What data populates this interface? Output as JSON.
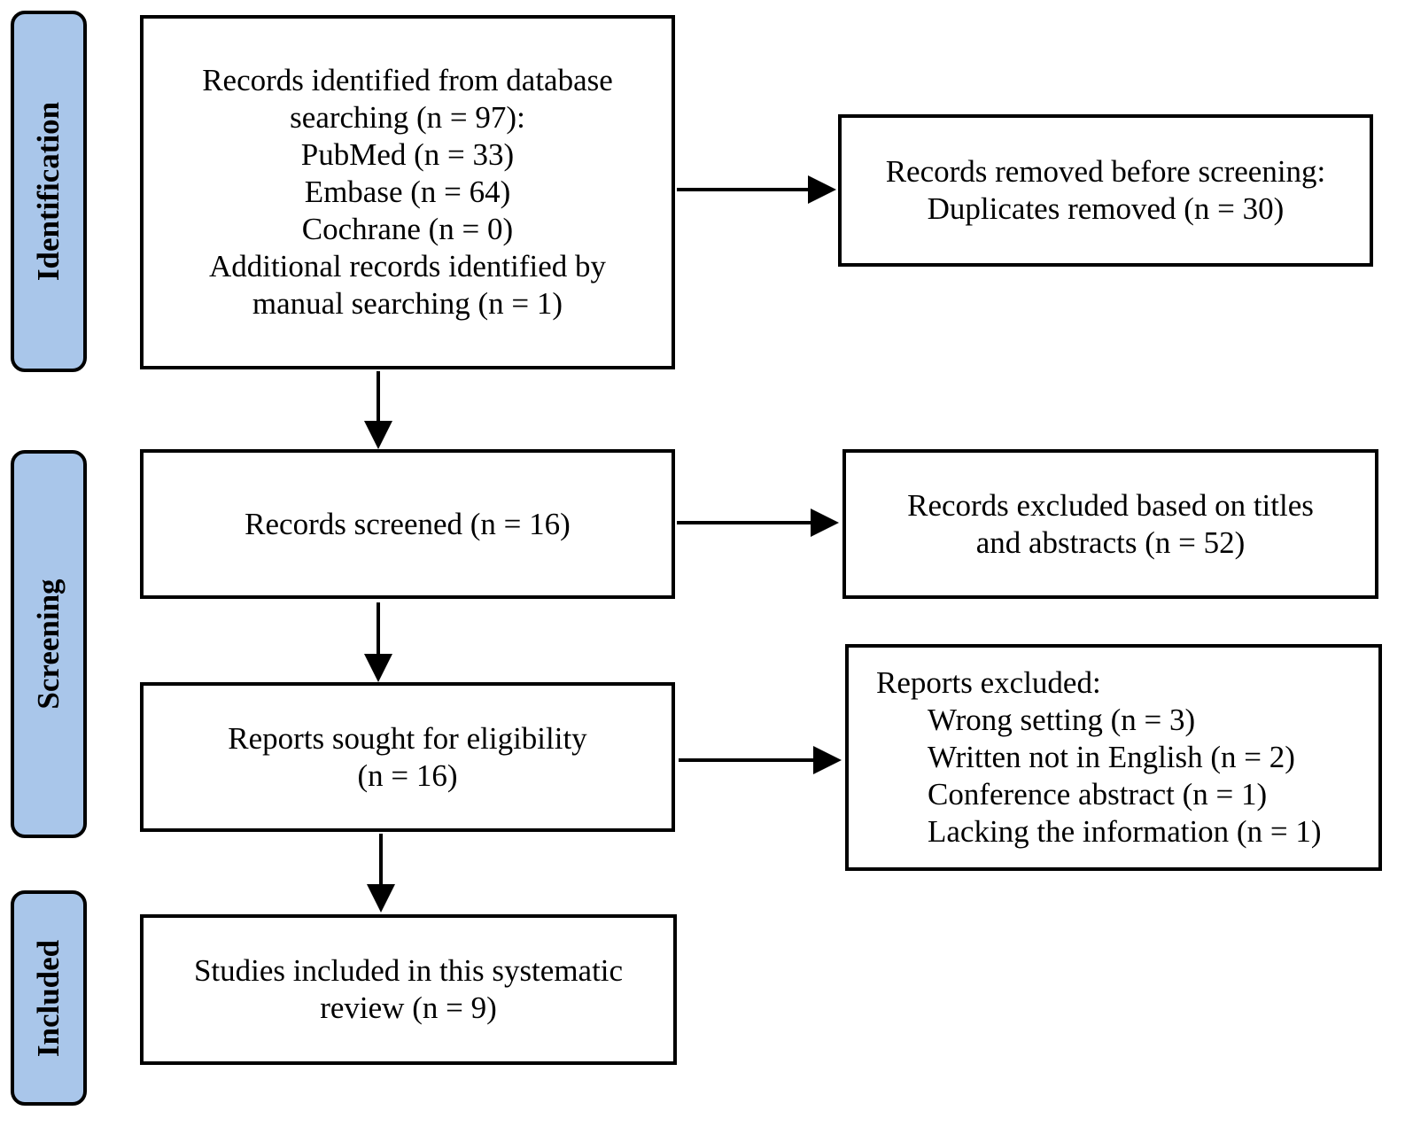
{
  "stages": {
    "identification": "Identification",
    "screening": "Screening",
    "included": "Included"
  },
  "boxes": {
    "records_identified": {
      "lines": [
        "Records identified from database",
        "searching (n = 97):",
        "PubMed (n = 33)",
        "Embase (n = 64)",
        "Cochrane (n = 0)",
        "Additional records identified by",
        "manual searching (n = 1)"
      ]
    },
    "records_removed": {
      "lines": [
        "Records removed before screening:",
        "Duplicates removed (n = 30)"
      ]
    },
    "records_screened": {
      "lines": [
        "Records screened (n = 16)"
      ]
    },
    "records_excluded": {
      "lines": [
        "Records excluded based on titles",
        "and abstracts (n = 52)"
      ]
    },
    "reports_sought": {
      "lines": [
        "Reports sought for eligibility",
        "(n = 16)"
      ]
    },
    "reports_excluded": {
      "heading": "Reports excluded:",
      "items": [
        "Wrong setting (n = 3)",
        "Written not in English (n = 2)",
        "Conference abstract (n = 1)",
        "Lacking the information (n = 1)"
      ]
    },
    "studies_included": {
      "lines": [
        "Studies included in this systematic",
        "review (n = 9)"
      ]
    }
  },
  "colors": {
    "stage_fill": "#a9c6ea",
    "stroke": "#000000",
    "background": "#ffffff"
  }
}
